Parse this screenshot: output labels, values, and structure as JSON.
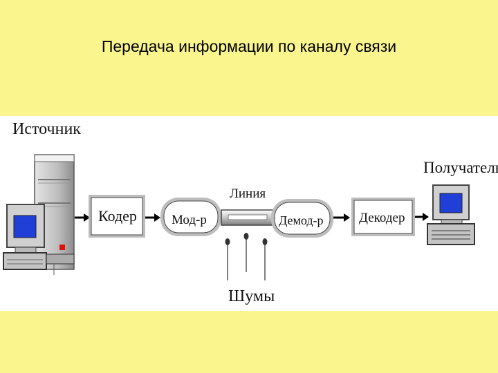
{
  "title": "Передача информации по каналу связи",
  "diagram": {
    "source_label": "Источник",
    "receiver_label": "Получатель",
    "coder_label": "Кодер",
    "modulator_label": "Мод-р",
    "line_label": "Линия",
    "demodulator_label": "Демод-р",
    "decoder_label": "Декодер",
    "noise_label": "Шумы"
  },
  "colors": {
    "slide_background": "#FBF58E",
    "panel_background": "#FFFFFF",
    "monitor_screen": "#1F3FD6",
    "power_led": "#E01010"
  }
}
